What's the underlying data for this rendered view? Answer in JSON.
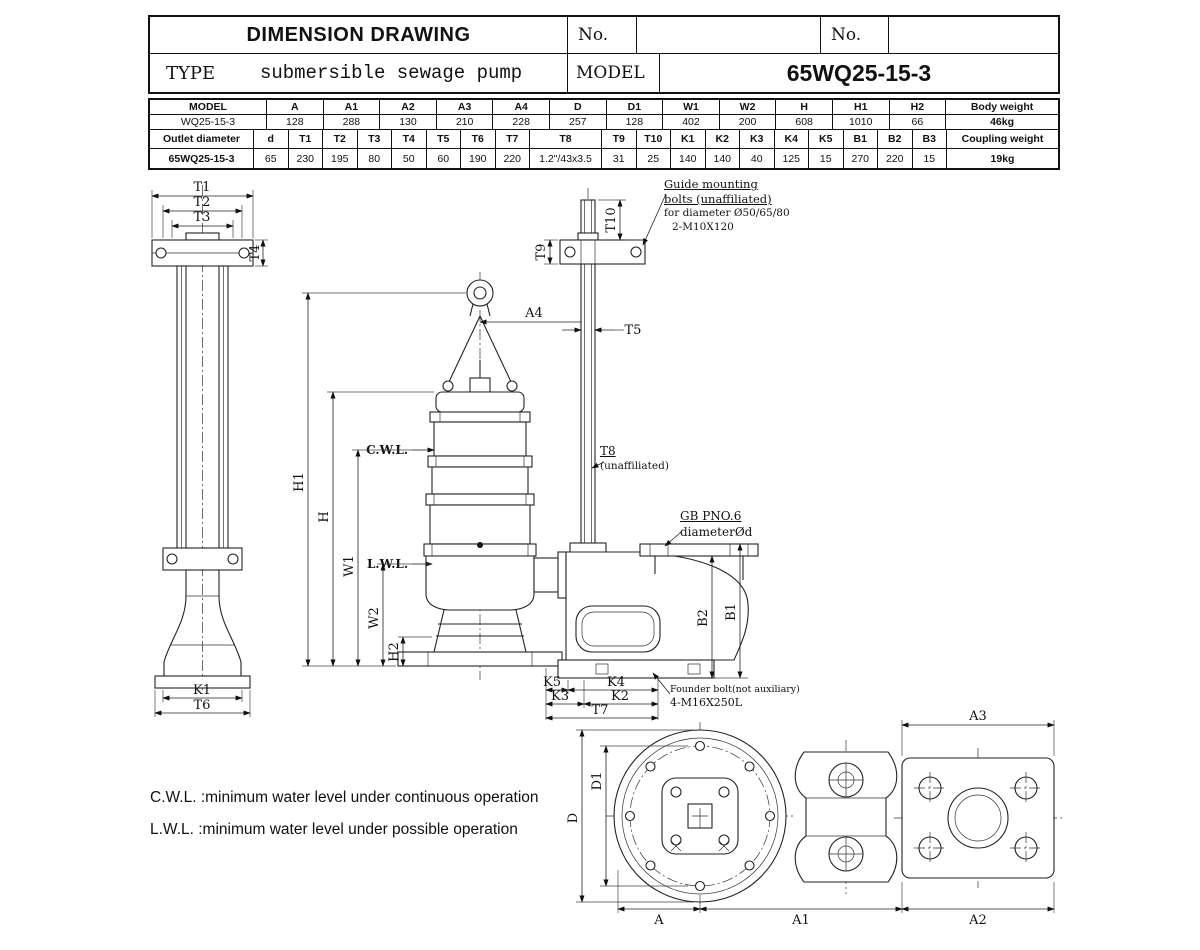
{
  "title_block": {
    "title": "DIMENSION DRAWING",
    "no_label_1": "No.",
    "no_value_1": "",
    "no_label_2": "No.",
    "no_value_2": "",
    "type_label": "TYPE",
    "type_value": "submersible sewage pump",
    "model_label": "MODEL",
    "model_value": "65WQ25-15-3"
  },
  "tables": {
    "t1h": [
      "MODEL",
      "A",
      "A1",
      "A2",
      "A3",
      "A4",
      "D",
      "D1",
      "W1",
      "W2",
      "H",
      "H1",
      "H2",
      "Body weight"
    ],
    "t1v": [
      "WQ25-15-3",
      "128",
      "288",
      "130",
      "210",
      "228",
      "257",
      "128",
      "402",
      "200",
      "608",
      "1010",
      "66",
      "46kg"
    ],
    "t2h": [
      "Outlet diameter",
      "d",
      "T1",
      "T2",
      "T3",
      "T4",
      "T5",
      "T6",
      "T7",
      "T8",
      "T9",
      "T10",
      "K1",
      "K2",
      "K3",
      "K4",
      "K5",
      "B1",
      "B2",
      "B3",
      "Coupling weight"
    ],
    "t2v": [
      "65WQ25-15-3",
      "65",
      "230",
      "195",
      "80",
      "50",
      "60",
      "190",
      "220",
      "1.2\"/43x3.5",
      "31",
      "25",
      "140",
      "140",
      "40",
      "125",
      "15",
      "270",
      "220",
      "15",
      "19kg"
    ]
  },
  "dims": {
    "t1": "T1",
    "t2": "T2",
    "t3": "T3",
    "t4": "T4",
    "t5": "T5",
    "t6": "T6",
    "t7": "T7",
    "t9": "T9",
    "t10": "T10",
    "k1": "K1",
    "k2": "K2",
    "k3": "K3",
    "k4": "K4",
    "k5": "K5",
    "h": "H",
    "h1": "H1",
    "h2": "H2",
    "w1": "W1",
    "w2": "W2",
    "a": "A",
    "a1": "A1",
    "a2": "A2",
    "a3": "A3",
    "a4": "A4",
    "b1": "B1",
    "b2": "B2",
    "d": "D",
    "d1": "D1"
  },
  "drawing_labels": {
    "cwl": "C.W.L.",
    "lwl": "L.W.L."
  },
  "annotations": {
    "guide_mounting": {
      "l1": "Guide mounting",
      "l2": "bolts (unaffiliated)",
      "l3": "for diameter Ø50/65/80",
      "l4": "2-M10X120"
    },
    "t8_note": {
      "l1": "T8",
      "l2": "(unaffiliated)"
    },
    "gb_note": {
      "l1": "GB PNO.6",
      "l2": "diameterØd"
    },
    "founder_note": {
      "l1": "Founder bolt(not auxiliary)",
      "l2": "4-M16X250L"
    }
  },
  "notes": {
    "cwl": "C.W.L. :minimum water level under continuous operation",
    "lwl": "L.W.L. :minimum water level under possible operation"
  }
}
